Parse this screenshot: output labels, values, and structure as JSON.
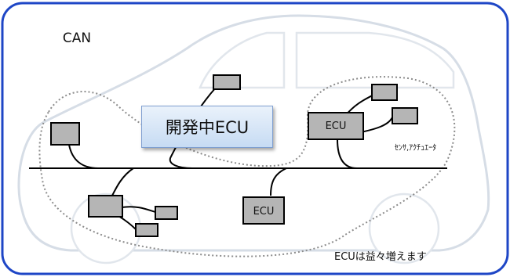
{
  "title": "CAN",
  "developing_ecu_label": "開発中ECU",
  "ecu_labels": [
    "ECU",
    "ECU"
  ],
  "sensor_actuator_label": "ｾﾝｻ,ｱｸﾁｭｴｰﾀ",
  "note": "ECUは益々増えます",
  "colors": {
    "frame_border": "#1e46c6",
    "car_outline": "#d6dde6",
    "ecu_fill": "#b5b5b5",
    "bus_line": "#000000",
    "dev_box_border": "#7f9fd0"
  }
}
